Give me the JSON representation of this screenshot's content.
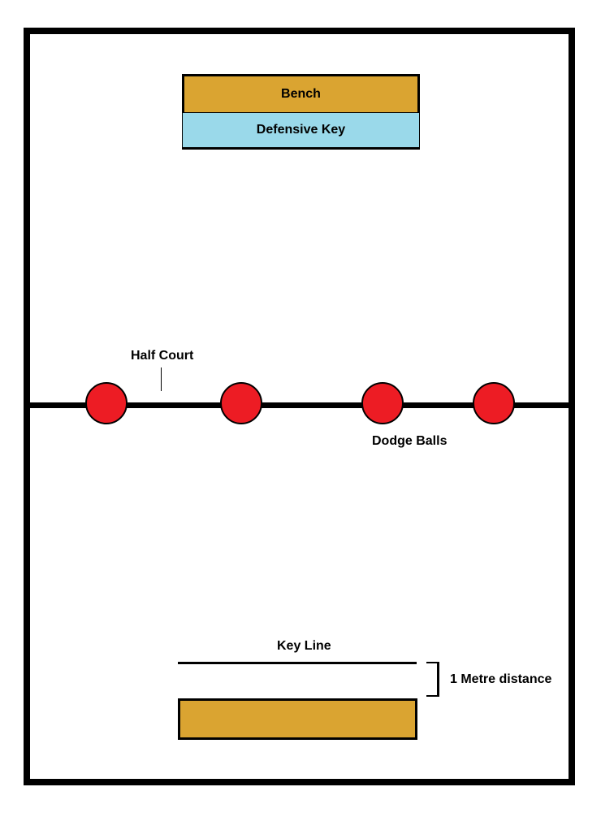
{
  "colors": {
    "bench": "#DAA431",
    "defensive_key": "#9AD9EA",
    "ball": "#ED1C24",
    "line": "#000000"
  },
  "top_area": {
    "bench_label": "Bench",
    "defensive_key_label": "Defensive Key"
  },
  "half_court": {
    "label": "Half Court",
    "balls_label": "Dodge Balls"
  },
  "bottom_area": {
    "key_line_label": "Key Line",
    "distance_label": "1 Metre distance"
  }
}
